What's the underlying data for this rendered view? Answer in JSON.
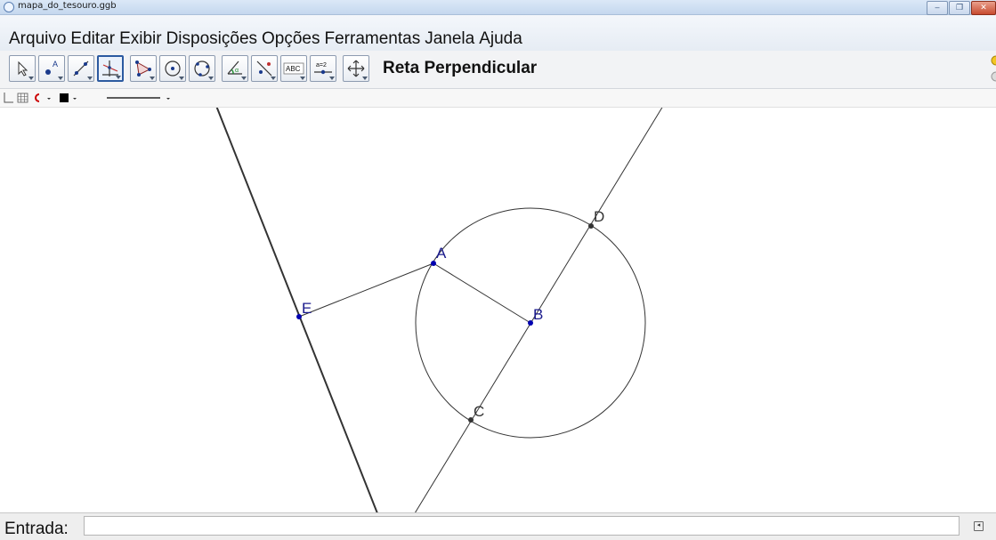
{
  "window": {
    "title": "mapa_do_tesouro.ggb"
  },
  "menu": [
    "Arquivo",
    "Editar",
    "Exibir",
    "Disposições",
    "Opções",
    "Ferramentas",
    "Janela",
    "Ajuda"
  ],
  "toolbar": {
    "tools": [
      "move-tool",
      "point-tool",
      "line-tool",
      "perpendicular-line-tool",
      "polygon-tool",
      "circle-center-point-tool",
      "circle-three-points-tool",
      "angle-tool",
      "reflect-tool",
      "text-tool",
      "slider-tool",
      "move-graphics-view-tool"
    ],
    "selected_tool": "perpendicular-line-tool",
    "text_tool_label": "ABC",
    "slider_tool_label": "a=2",
    "current_tool_name": "Reta Perpendicular"
  },
  "stylebar": {
    "color": "#000000",
    "point_color": "#cc0000"
  },
  "construction": {
    "point_color": "#0000b0",
    "point_label_color": "#1a1a8c",
    "helper_point_color": "#333333",
    "line_color": "#333333",
    "points": {
      "A": {
        "label": "A"
      },
      "B": {
        "label": "B"
      },
      "C": {
        "label": "C"
      },
      "D": {
        "label": "D"
      },
      "E": {
        "label": "E"
      }
    }
  },
  "input_bar": {
    "label": "Entrada:",
    "value": "",
    "placeholder": ""
  }
}
